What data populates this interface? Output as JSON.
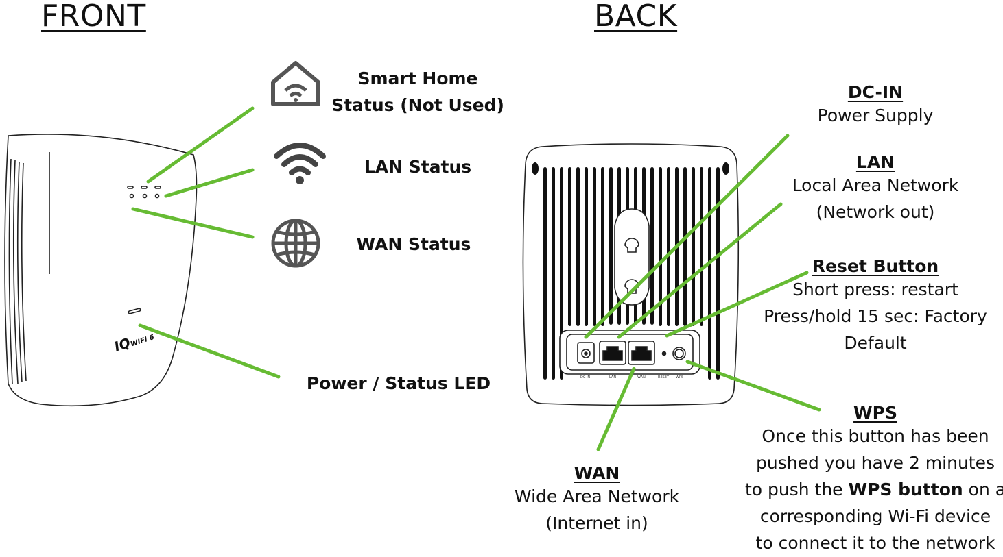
{
  "sections": {
    "front_title": "FRONT",
    "back_title": "BACK"
  },
  "front_labels": {
    "smart_home": [
      "Smart Home",
      "Status (Not Used)"
    ],
    "lan_status": "LAN Status",
    "wan_status": "WAN Status",
    "power_led": "Power / Status LED"
  },
  "device_front": {
    "brand": "IQ",
    "brand_suffix": "WIFI 6"
  },
  "device_back": {
    "port_labels": [
      "DC IN",
      "LAN",
      "WAN",
      "RESET",
      "WPS"
    ]
  },
  "back_labels": {
    "dc_in": {
      "title": "DC-IN",
      "desc": "Power Supply"
    },
    "lan": {
      "title": "LAN",
      "lines": [
        "Local Area Network",
        "(Network out)"
      ]
    },
    "reset": {
      "title": "Reset Button",
      "lines": [
        "Short press: restart",
        "Press/hold 15 sec: Factory",
        "Default"
      ]
    },
    "wps": {
      "title": "WPS",
      "lines_plain": [
        "Once this button has been",
        "pushed you have 2 minutes"
      ],
      "line3_pre": "to push the ",
      "line3_bold": "WPS button",
      "line3_post": " on a",
      "lines_end": [
        "corresponding Wi-Fi device",
        "to connect it to the network"
      ]
    },
    "wan": {
      "title": "WAN",
      "lines": [
        "Wide Area Network",
        "(Internet in)"
      ]
    }
  },
  "icons": [
    "home-wifi-icon",
    "wifi-icon",
    "globe-icon"
  ],
  "colors": {
    "leader_line": "#66bb33",
    "icon_gray": "#555555",
    "outline": "#222222"
  }
}
